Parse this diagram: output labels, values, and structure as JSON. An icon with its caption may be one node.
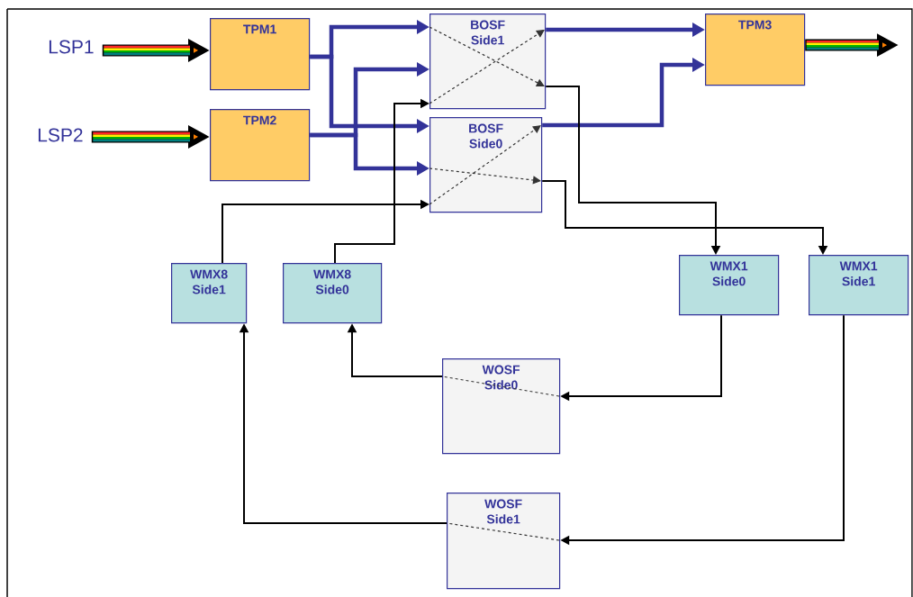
{
  "diagram": {
    "nodes": [
      {
        "text": [
          "LSP1"
        ]
      },
      {
        "text": [
          "LSP2"
        ]
      },
      {
        "text": [
          "TPM1"
        ]
      },
      {
        "text": [
          "TPM2"
        ]
      },
      {
        "text": [
          "BOSF Side1"
        ]
      },
      {
        "text": [
          "BOSF Side0"
        ]
      },
      {
        "text": [
          "TPM3"
        ]
      },
      {
        "text": [
          "WMX8 Side1"
        ]
      },
      {
        "text": [
          "WMX8 Side0"
        ]
      },
      {
        "text": [
          "WMX1 Side0"
        ]
      },
      {
        "text": [
          "WMX1 Side1"
        ]
      },
      {
        "text": [
          "WOSF Side0"
        ]
      },
      {
        "text": [
          "WOSF Side1"
        ]
      }
    ],
    "edges": [
      {
        "from": 0,
        "to": 2,
        "arrow": "to",
        "style": "thick"
      },
      {
        "from": 1,
        "to": 3,
        "arrow": "to",
        "style": "thick"
      },
      {
        "from": 2,
        "to": 4,
        "arrow": "to",
        "color": "#333399"
      },
      {
        "from": 2,
        "to": 5,
        "arrow": "to",
        "color": "#333399"
      },
      {
        "from": 3,
        "to": 4,
        "arrow": "to",
        "color": "#333399"
      },
      {
        "from": 3,
        "to": 5,
        "arrow": "to",
        "color": "#333399"
      },
      {
        "from": 4,
        "to": 6,
        "arrow": "to",
        "color": "#333399"
      },
      {
        "from": 5,
        "to": 6,
        "arrow": "to",
        "color": "#333399"
      },
      {
        "from": 4,
        "to": 9,
        "arrow": "to"
      },
      {
        "from": 5,
        "to": 10,
        "arrow": "to"
      },
      {
        "from": 7,
        "to": 5,
        "arrow": "to"
      },
      {
        "from": 8,
        "to": 4,
        "arrow": "to"
      },
      {
        "from": 9,
        "to": 11,
        "arrow": "to"
      },
      {
        "from": 10,
        "to": 12,
        "arrow": "to"
      },
      {
        "from": 11,
        "to": 8,
        "arrow": "to"
      },
      {
        "from": 12,
        "to": 7,
        "arrow": "to"
      },
      {
        "from": 6,
        "to": null,
        "arrow": "to",
        "style": "thick"
      }
    ]
  }
}
